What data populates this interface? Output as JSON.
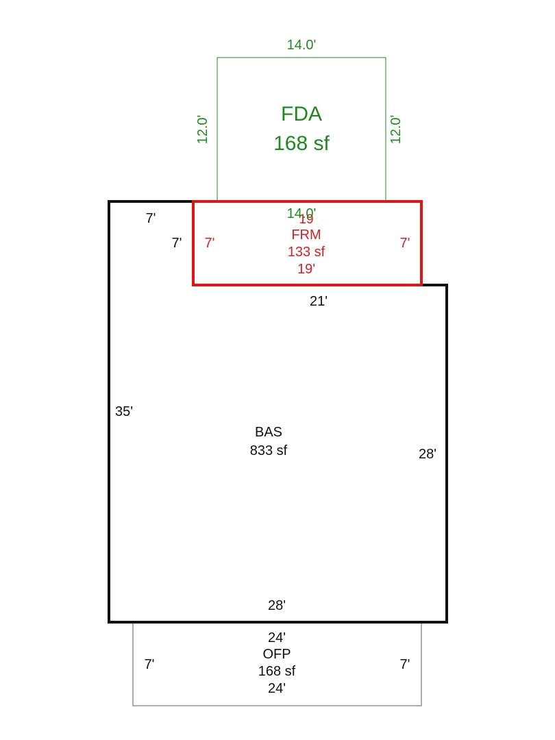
{
  "colors": {
    "fda": "#1e8a1e",
    "frm": "#d42020",
    "bas": "#111111",
    "ofp": "#777777"
  },
  "fda": {
    "name": "FDA",
    "area": "168 sf",
    "top": "14.0'",
    "left": "12.0'",
    "right": "12.0'",
    "bottom": "14.0'"
  },
  "frm": {
    "name": "FRM",
    "area": "133 sf",
    "top": "19",
    "left": "7'",
    "right": "7'",
    "bottom": "19'"
  },
  "bas": {
    "name": "BAS",
    "area": "833 sf",
    "top_left": "7'",
    "notch_side": "7'",
    "notch_right": "21'",
    "left": "35'",
    "right": "28'",
    "bottom": "28'"
  },
  "ofp": {
    "name": "OFP",
    "area": "168 sf",
    "top": "24'",
    "left": "7'",
    "right": "7'",
    "bottom": "24'"
  }
}
